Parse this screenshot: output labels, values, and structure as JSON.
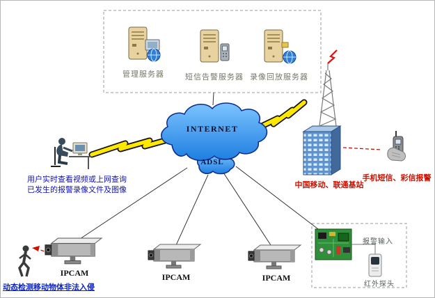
{
  "servers": {
    "items": [
      {
        "label": "管理服务器"
      },
      {
        "label": "短信告警服务器"
      },
      {
        "label": "录像回放服务器"
      }
    ]
  },
  "network": {
    "internet_label": "INTERNET",
    "adsl_label": "ADSL"
  },
  "user_station": {
    "caption_line1": "用户实时查看视频或上网查询",
    "caption_line2": "已发生的报警录像文件及图像"
  },
  "base_station": {
    "label": "中国移动、联通基站"
  },
  "mobile_alert": {
    "label": "手机短信、彩信报警"
  },
  "cameras": {
    "items": [
      {
        "label": "IPCAM"
      },
      {
        "label": "IPCAM"
      },
      {
        "label": "IPCAM"
      }
    ]
  },
  "alarm_panel": {
    "alarm_input_label": "报警输入",
    "infrared_label": "红外探头"
  },
  "intrusion_note": {
    "label": "动态检测移动物体非法入侵"
  },
  "colors": {
    "cloud_fill_top": "#7cc4ff",
    "cloud_fill_bottom": "#1e7ee0",
    "cloud_stroke": "#0a2a8a",
    "lightning_yellow": "#ffe800",
    "alert_red": "#cc1100",
    "caption_blue": "#1212b8",
    "note_blue": "#0a23c4",
    "server_label_gray": "#777768"
  }
}
